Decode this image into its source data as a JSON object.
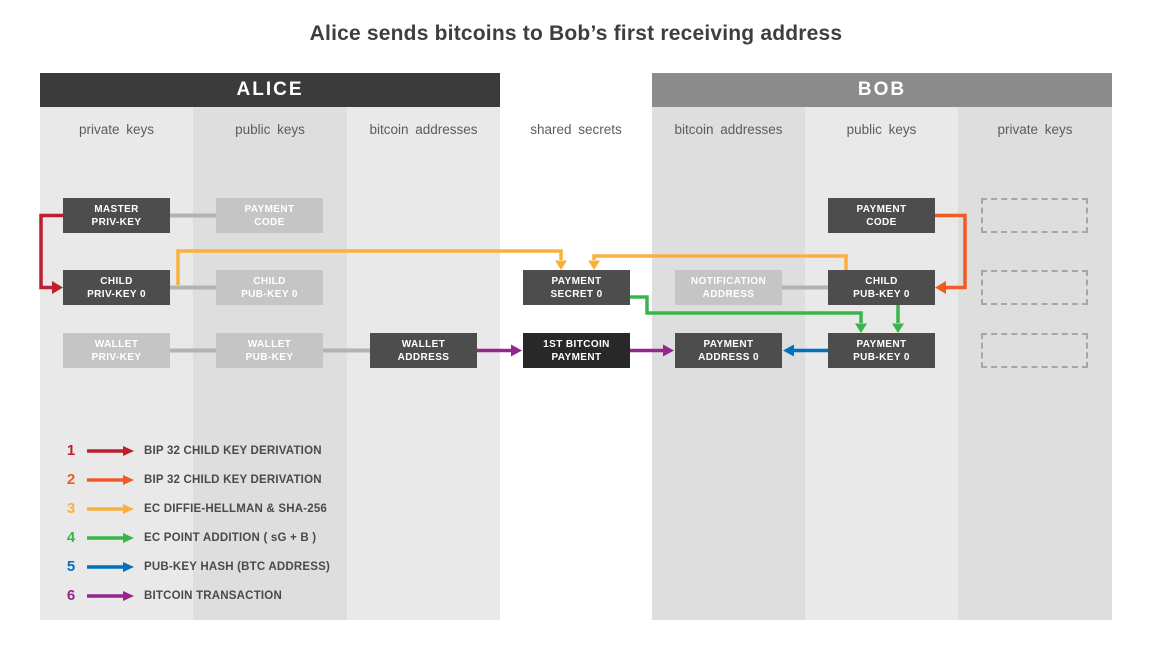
{
  "title": "Alice sends bitcoins to Bob’s first receiving address",
  "alice": {
    "header": "ALICE",
    "columns": [
      "private keys",
      "public keys",
      "bitcoin addresses"
    ]
  },
  "bob": {
    "header": "BOB",
    "columns": [
      "bitcoin addresses",
      "public keys",
      "private keys"
    ]
  },
  "shared_column_label": "shared secrets",
  "boxes": {
    "master_priv_key": {
      "line1": "MASTER",
      "line2": "PRIV-KEY"
    },
    "payment_code_alice": {
      "line1": "PAYMENT",
      "line2": "CODE"
    },
    "child_priv_key_0": {
      "line1": "CHILD",
      "line2": "PRIV-KEY 0"
    },
    "child_pub_key_0_alice": {
      "line1": "CHILD",
      "line2": "PUB-KEY 0"
    },
    "wallet_priv_key": {
      "line1": "WALLET",
      "line2": "PRIV-KEY"
    },
    "wallet_pub_key": {
      "line1": "WALLET",
      "line2": "PUB-KEY"
    },
    "wallet_address": {
      "line1": "WALLET",
      "line2": "ADDRESS"
    },
    "payment_secret_0": {
      "line1": "PAYMENT",
      "line2": "SECRET 0"
    },
    "first_bitcoin_payment": {
      "line1": "1ST BITCOIN",
      "line2": "PAYMENT"
    },
    "notification_address": {
      "line1": "NOTIFICATION",
      "line2": "ADDRESS"
    },
    "payment_address_0": {
      "line1": "PAYMENT",
      "line2": "ADDRESS 0"
    },
    "payment_code_bob": {
      "line1": "PAYMENT",
      "line2": "CODE"
    },
    "child_pub_key_0_bob": {
      "line1": "CHILD",
      "line2": "PUB-KEY 0"
    },
    "payment_pub_key_0": {
      "line1": "PAYMENT",
      "line2": "PUB-KEY 0"
    }
  },
  "legend": {
    "items": [
      {
        "num": "1",
        "label": "BIP 32 CHILD KEY DERIVATION",
        "color": "#be1e2d"
      },
      {
        "num": "2",
        "label": "BIP 32 CHILD KEY DERIVATION",
        "color": "#f15a24"
      },
      {
        "num": "3",
        "label": "EC DIFFIE-HELLMAN & SHA-256",
        "color": "#fbb03b"
      },
      {
        "num": "4",
        "label": "EC POINT ADDITION ( sG + B )",
        "color": "#39b54a"
      },
      {
        "num": "5",
        "label": "PUB-KEY HASH (BTC ADDRESS)",
        "color": "#0071bc"
      },
      {
        "num": "6",
        "label": "BITCOIN TRANSACTION",
        "color": "#93278f"
      }
    ]
  },
  "colors": {
    "arrow_1_red": "#be1e2d",
    "arrow_2_orange": "#f15a24",
    "arrow_3_yellow": "#fbb03b",
    "arrow_4_green": "#39b54a",
    "arrow_5_blue": "#0071bc",
    "arrow_6_purple": "#93278f",
    "connector_gray": "#b3b3b3",
    "alice_header_bg": "#3b3b3b",
    "bob_header_bg": "#8b8b8b",
    "dark_box_bg": "#4d4d4d",
    "light_box_bg": "#c5c5c5",
    "black_box_bg": "#282828"
  }
}
